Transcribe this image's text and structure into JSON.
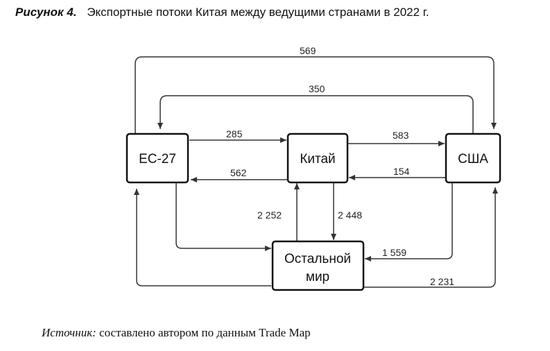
{
  "caption": {
    "figure_label": "Рисунок 4.",
    "title": "Экспортные потоки Китая между ведущими странами в 2022 г."
  },
  "nodes": {
    "eu": "ЕС-27",
    "china": "Китай",
    "usa": "США",
    "rest_line1": "Остальной",
    "rest_line2": "мир"
  },
  "flows": {
    "eu_to_usa_top": "569",
    "usa_to_eu_top": "350",
    "eu_to_china": "285",
    "china_to_eu": "562",
    "china_to_usa": "583",
    "usa_to_china": "154",
    "rest_to_china": "2 252",
    "china_to_rest": "2 448",
    "usa_to_rest": "1 559",
    "rest_to_usa": "2 231"
  },
  "source": {
    "label": "Источник:",
    "text": " составлено автором по данным Trade Map"
  }
}
